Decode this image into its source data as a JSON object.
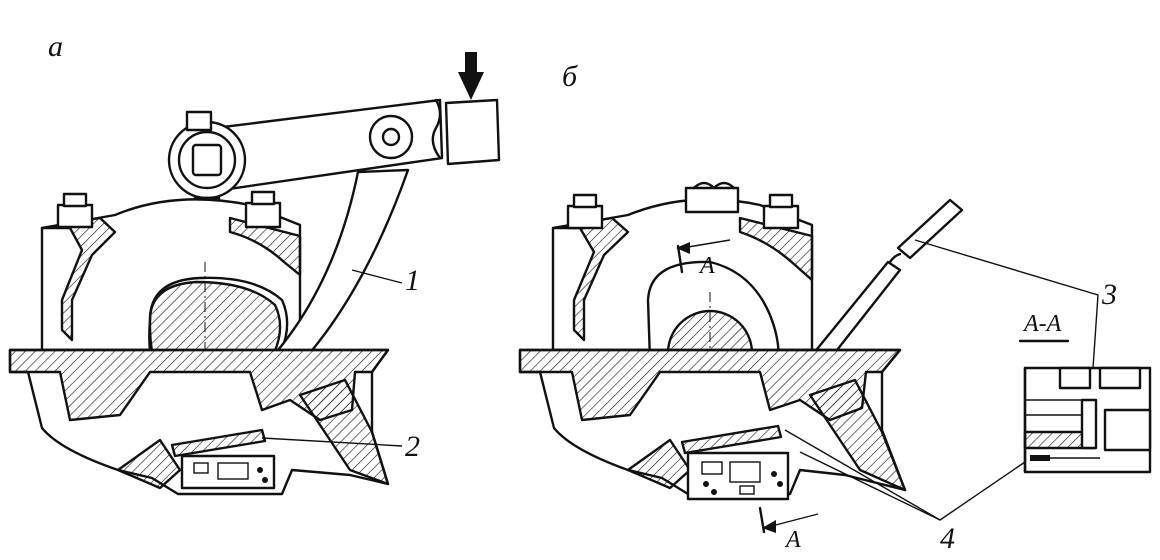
{
  "panels": {
    "a": {
      "label": "а"
    },
    "b": {
      "label": "б"
    }
  },
  "callouts": {
    "c1": "1",
    "c2": "2",
    "c3": "3",
    "c4": "4"
  },
  "section": {
    "title": "A-A",
    "marker_top": "A",
    "marker_bottom": "A"
  }
}
